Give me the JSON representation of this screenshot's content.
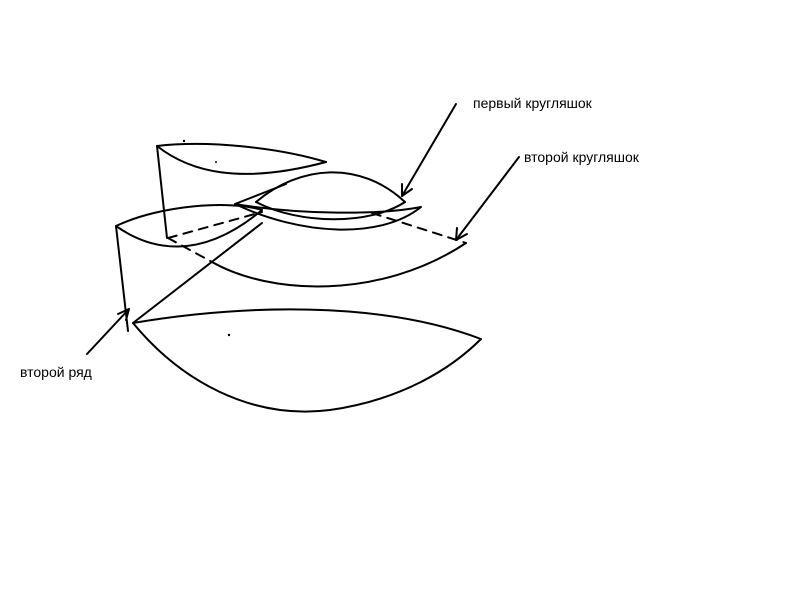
{
  "labels": {
    "first_round": "первый кругляшок",
    "second_round": "второй кругляшок",
    "second_row": "второй ряд"
  },
  "colors": {
    "background": "#ffffff",
    "ink": "#000000"
  }
}
